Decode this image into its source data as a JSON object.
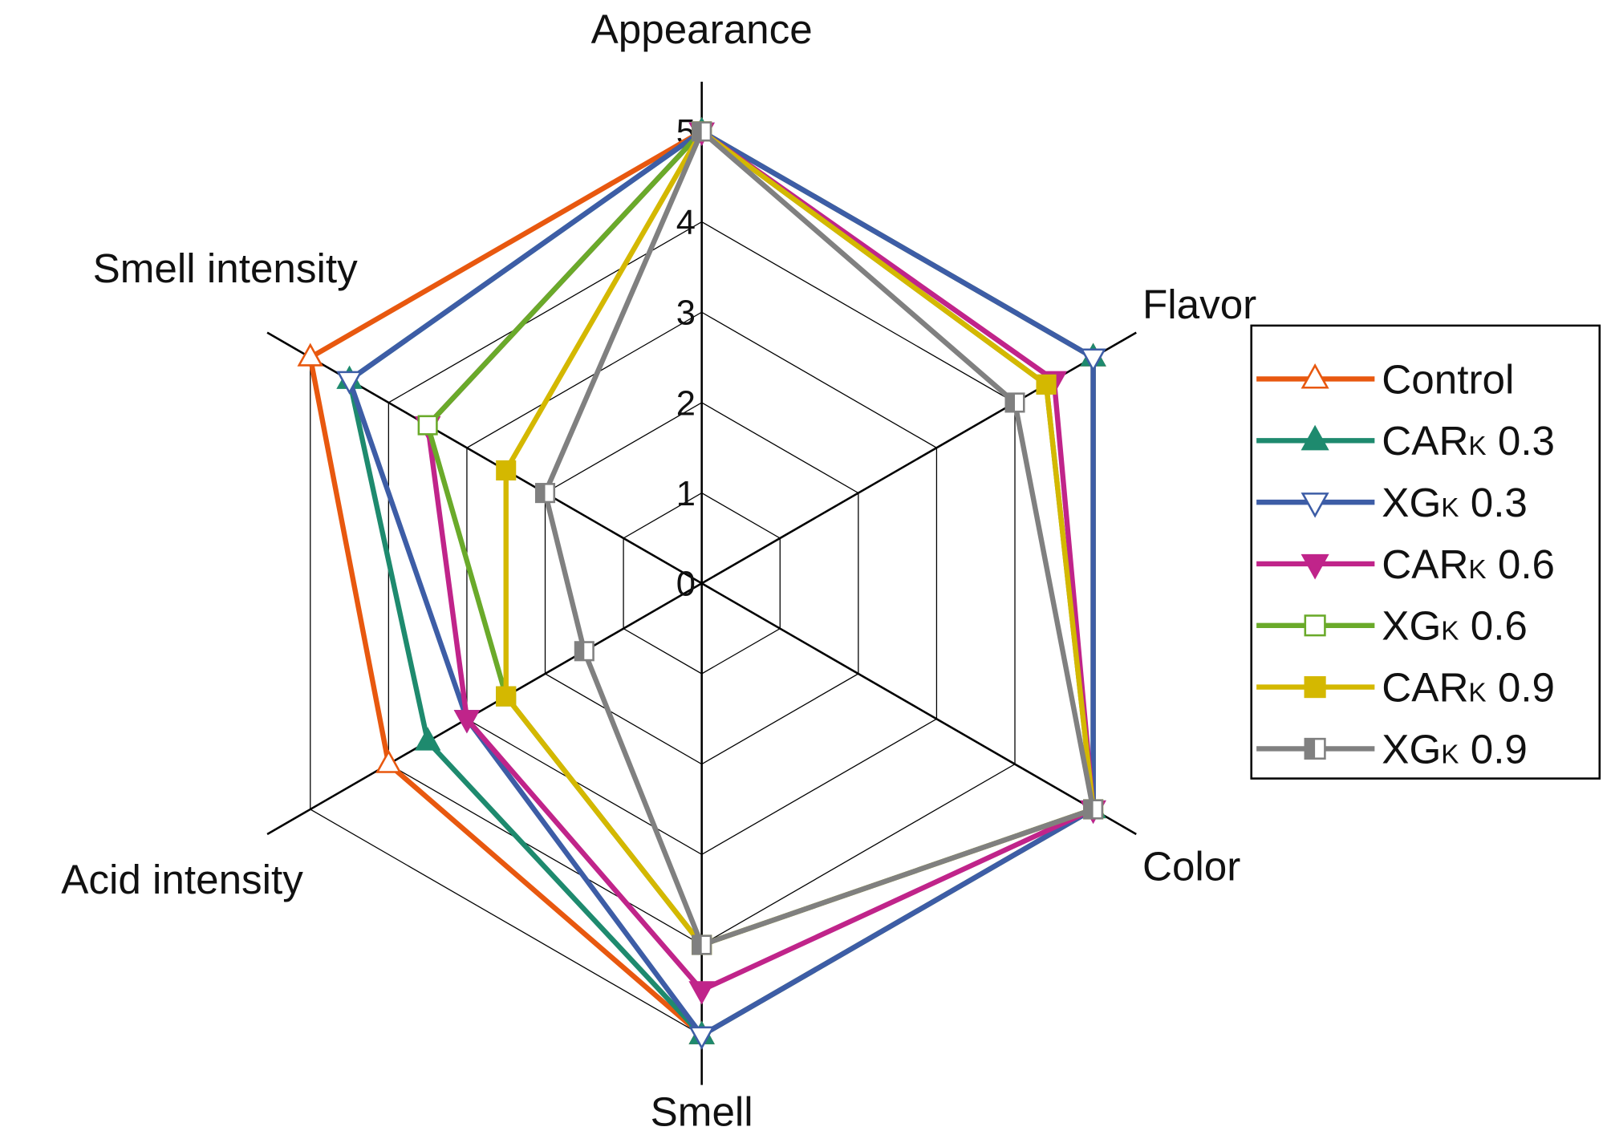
{
  "chart_data": {
    "type": "radar",
    "axes": [
      "Appearance",
      "Flavor",
      "Color",
      "Smell",
      "Acid intensity",
      "Smell intensity"
    ],
    "rlim": [
      0,
      5
    ],
    "ticks": [
      "0",
      "1",
      "2",
      "3",
      "4",
      "5"
    ],
    "grid": true,
    "legend_position": "right",
    "series": [
      {
        "name": "Control",
        "base": "Control",
        "sub": "",
        "suffix": "",
        "color": "#E8580F",
        "marker": "triangle-up-open",
        "values": [
          5,
          5,
          5,
          5,
          4,
          5
        ]
      },
      {
        "name": "CARK 0.3",
        "base": "CAR",
        "sub": "K",
        "suffix": " 0.3",
        "color": "#1E8A6E",
        "marker": "triangle-up-filled",
        "values": [
          5,
          5,
          5,
          5,
          3.5,
          4.5
        ]
      },
      {
        "name": "XGK 0.3",
        "base": "XG",
        "sub": "K",
        "suffix": " 0.3",
        "color": "#3D5DA6",
        "marker": "triangle-down-open",
        "values": [
          5,
          5,
          5,
          5,
          3,
          4.5
        ]
      },
      {
        "name": "CARK 0.6",
        "base": "CAR",
        "sub": "K",
        "suffix": " 0.6",
        "color": "#C0248A",
        "marker": "triangle-down-filled",
        "values": [
          5,
          4.5,
          5,
          4.5,
          3,
          3.5
        ]
      },
      {
        "name": "XGK 0.6",
        "base": "XG",
        "sub": "K",
        "suffix": " 0.6",
        "color": "#6AAA2A",
        "marker": "square-open",
        "values": [
          5,
          4.4,
          5,
          4,
          2.5,
          3.5
        ]
      },
      {
        "name": "CARK 0.9",
        "base": "CAR",
        "sub": "K",
        "suffix": " 0.9",
        "color": "#D4B800",
        "marker": "square-filled",
        "values": [
          5,
          4.4,
          5,
          4,
          2.5,
          2.5
        ]
      },
      {
        "name": "XGK 0.9",
        "base": "XG",
        "sub": "K",
        "suffix": " 0.9",
        "color": "#808080",
        "marker": "square-half",
        "values": [
          5,
          4,
          5,
          4,
          1.5,
          2
        ]
      }
    ]
  }
}
